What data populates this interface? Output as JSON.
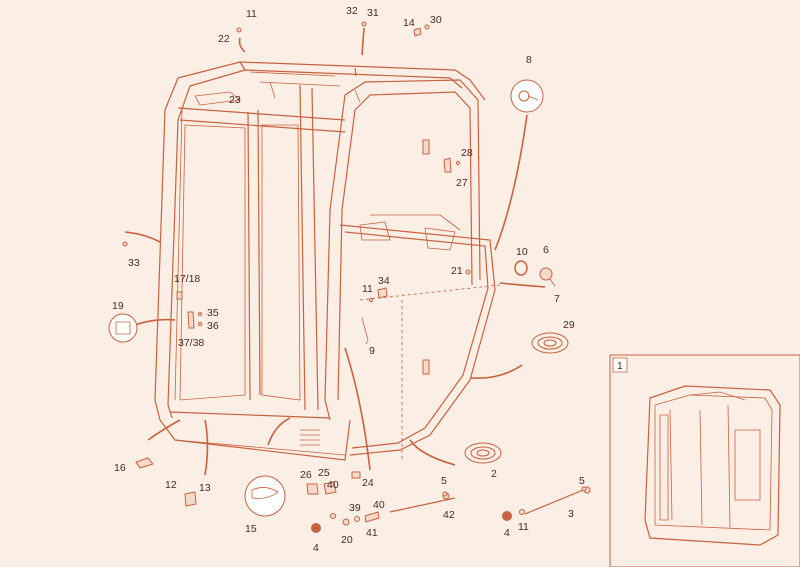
{
  "title": "",
  "callouts": [
    {
      "id": "c11a",
      "text": "11"
    },
    {
      "id": "c22",
      "text": "22"
    },
    {
      "id": "c32",
      "text": "32"
    },
    {
      "id": "c31",
      "text": "31"
    },
    {
      "id": "c14",
      "text": "14"
    },
    {
      "id": "c30",
      "text": "30"
    },
    {
      "id": "c8",
      "text": "8"
    },
    {
      "id": "c23",
      "text": "23"
    },
    {
      "id": "c28",
      "text": "28"
    },
    {
      "id": "c27",
      "text": "27"
    },
    {
      "id": "c10",
      "text": "10"
    },
    {
      "id": "c6",
      "text": "6"
    },
    {
      "id": "c21",
      "text": "21"
    },
    {
      "id": "c7",
      "text": "7"
    },
    {
      "id": "c33",
      "text": "33"
    },
    {
      "id": "c1718",
      "text": "17/18"
    },
    {
      "id": "c34",
      "text": "34"
    },
    {
      "id": "c11b",
      "text": "11"
    },
    {
      "id": "c19",
      "text": "19"
    },
    {
      "id": "c35",
      "text": "35"
    },
    {
      "id": "c36",
      "text": "36"
    },
    {
      "id": "c3738",
      "text": "37/38"
    },
    {
      "id": "c9",
      "text": "9"
    },
    {
      "id": "c29",
      "text": "29"
    },
    {
      "id": "c1",
      "text": "1"
    },
    {
      "id": "c16",
      "text": "16"
    },
    {
      "id": "c26",
      "text": "26"
    },
    {
      "id": "c25",
      "text": "25"
    },
    {
      "id": "c24",
      "text": "24"
    },
    {
      "id": "c2",
      "text": "2"
    },
    {
      "id": "c12",
      "text": "12"
    },
    {
      "id": "c13",
      "text": "13"
    },
    {
      "id": "c15",
      "text": "15"
    },
    {
      "id": "c40a",
      "text": "40"
    },
    {
      "id": "c39",
      "text": "39"
    },
    {
      "id": "c40b",
      "text": "40"
    },
    {
      "id": "c5a",
      "text": "5"
    },
    {
      "id": "c5b",
      "text": "5"
    },
    {
      "id": "c3",
      "text": "3"
    },
    {
      "id": "c42",
      "text": "42"
    },
    {
      "id": "c4a",
      "text": "4"
    },
    {
      "id": "c20",
      "text": "20"
    },
    {
      "id": "c41",
      "text": "41"
    },
    {
      "id": "c4b",
      "text": "4"
    },
    {
      "id": "c11c",
      "text": "11"
    }
  ],
  "colors": {
    "background": "#fbeee5",
    "line": "#c9623e",
    "text": "#4a2a22",
    "marker": "#c9623e"
  }
}
